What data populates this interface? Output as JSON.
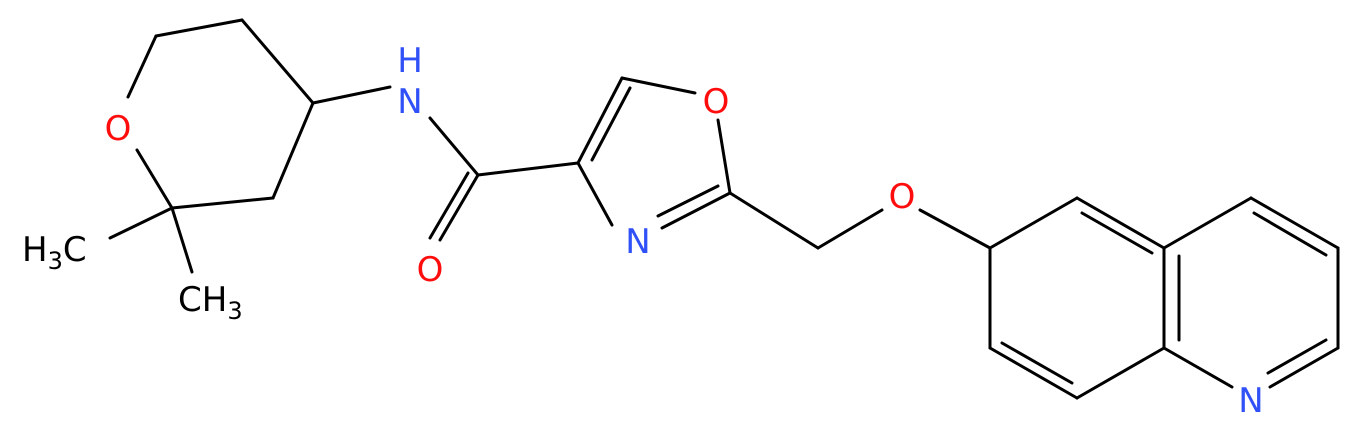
{
  "colors": {
    "bond": "#000000",
    "carbon": "#000000",
    "oxygen": "#ff0d0d",
    "nitrogen": "#3050f8"
  },
  "atoms": {
    "o_pyran": "O",
    "n_amide": "H",
    "n_amide_sym": "N",
    "o_carbonyl": "O",
    "o_oxazole": "O",
    "n_oxazole": "N",
    "o_ether": "O",
    "n_quinoline": "N",
    "methyl_1": "H",
    "methyl_1_sub": "3",
    "methyl_1_c": "C",
    "methyl_2": "CH",
    "methyl_2_sub": "3"
  }
}
